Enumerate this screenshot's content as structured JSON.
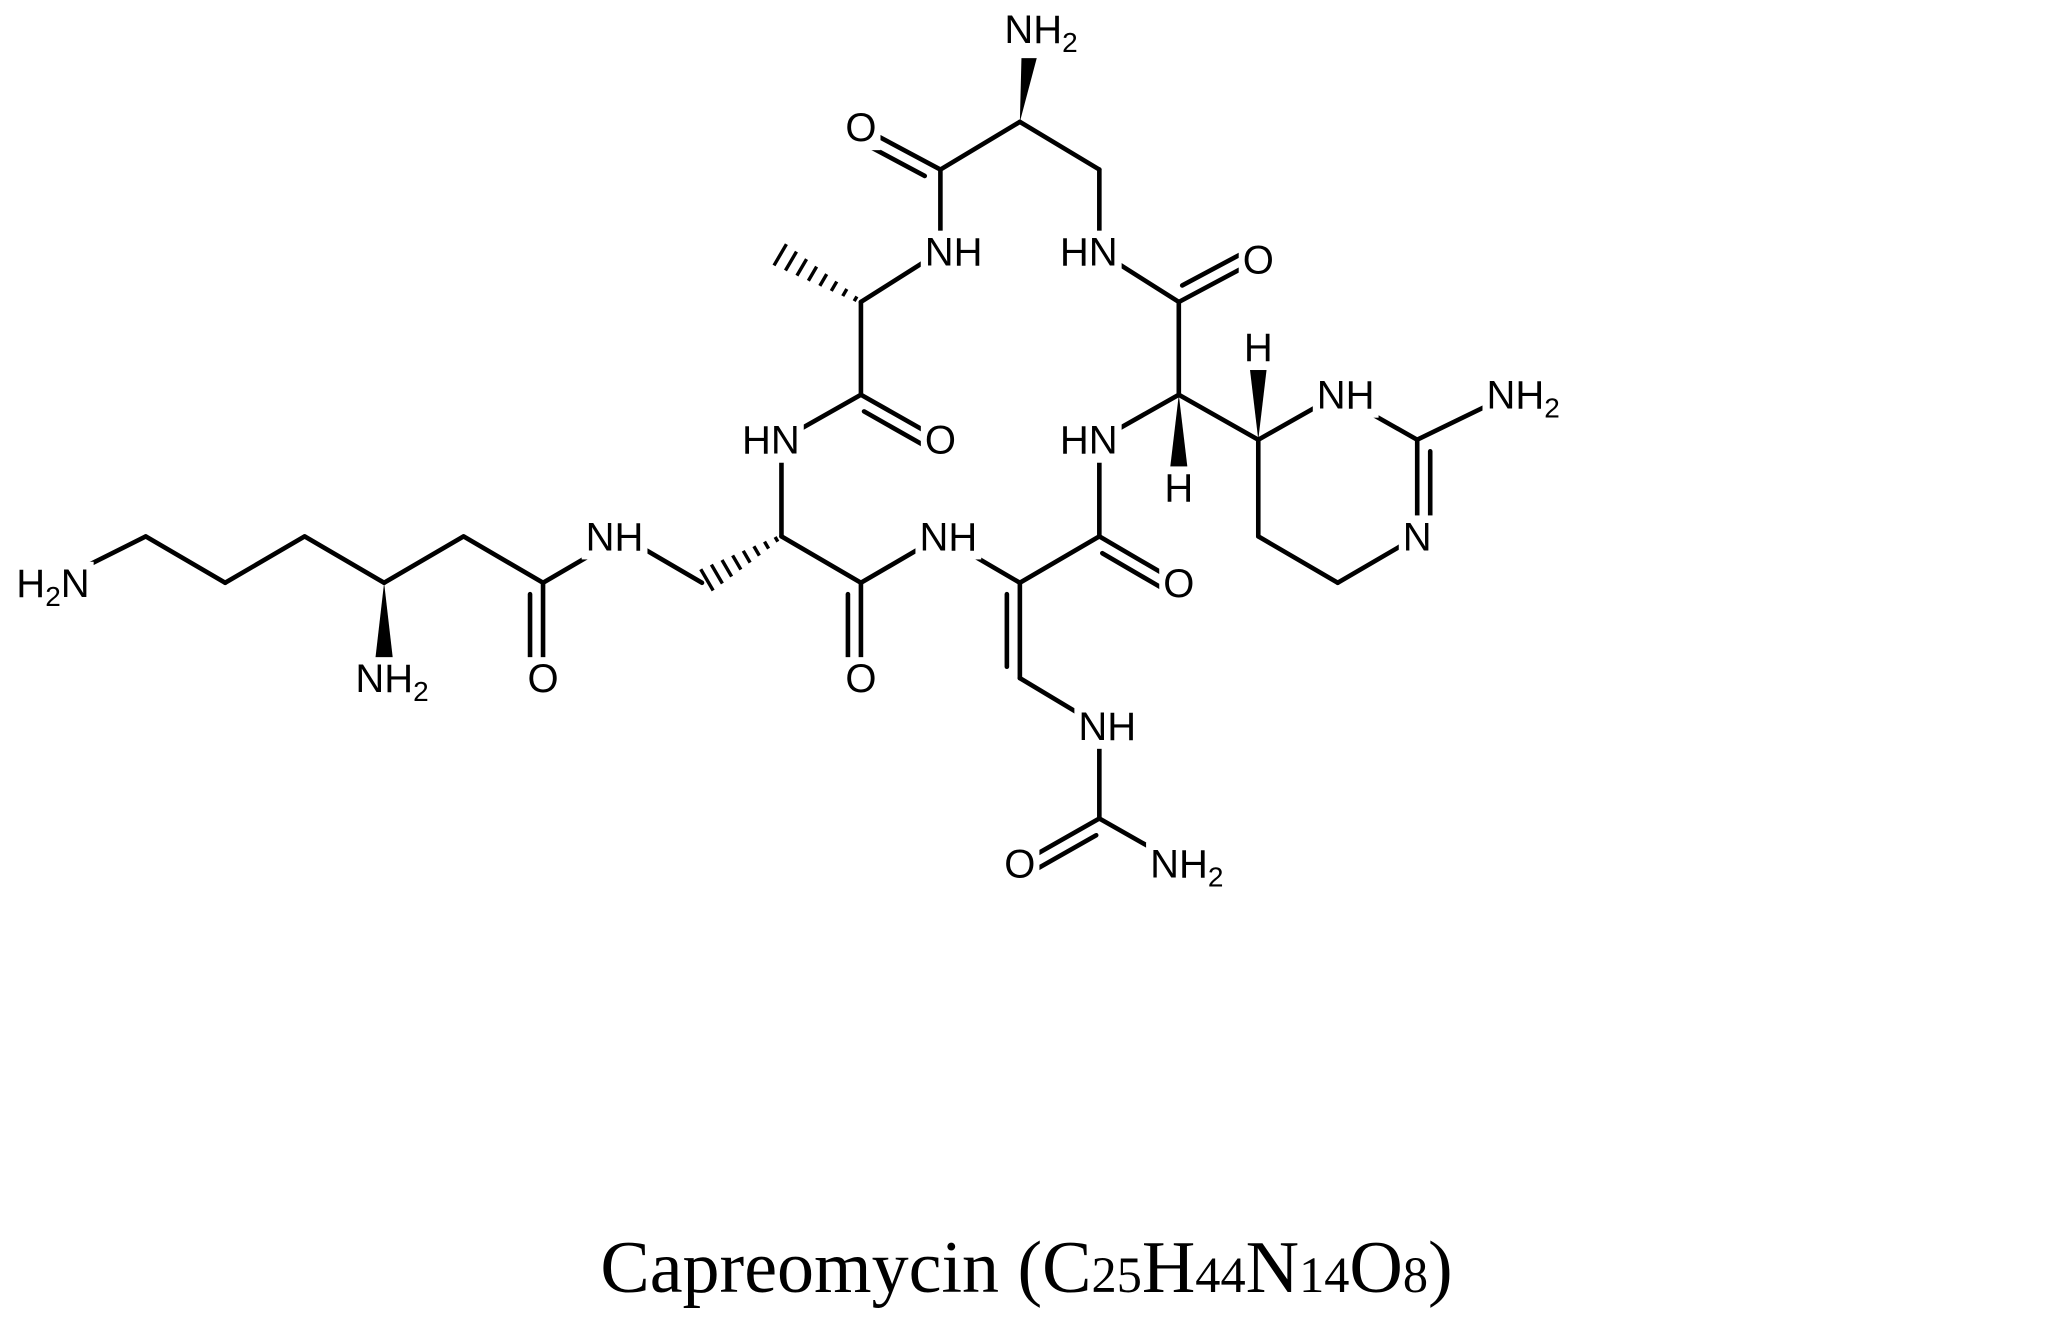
{
  "caption": {
    "name": "Capreomycin",
    "open": " (",
    "formula": [
      {
        "el": "C",
        "n": "25"
      },
      {
        "el": "H",
        "n": "44"
      },
      {
        "el": "N",
        "n": "14"
      },
      {
        "el": "O",
        "n": "8"
      }
    ],
    "close": ")"
  },
  "labels": {
    "nh2": "NH",
    "h2n": "H",
    "h2n_n": "N",
    "sub2": "2",
    "nh": "NH",
    "hn": "HN",
    "n": "N",
    "o": "O",
    "h": "H"
  }
}
